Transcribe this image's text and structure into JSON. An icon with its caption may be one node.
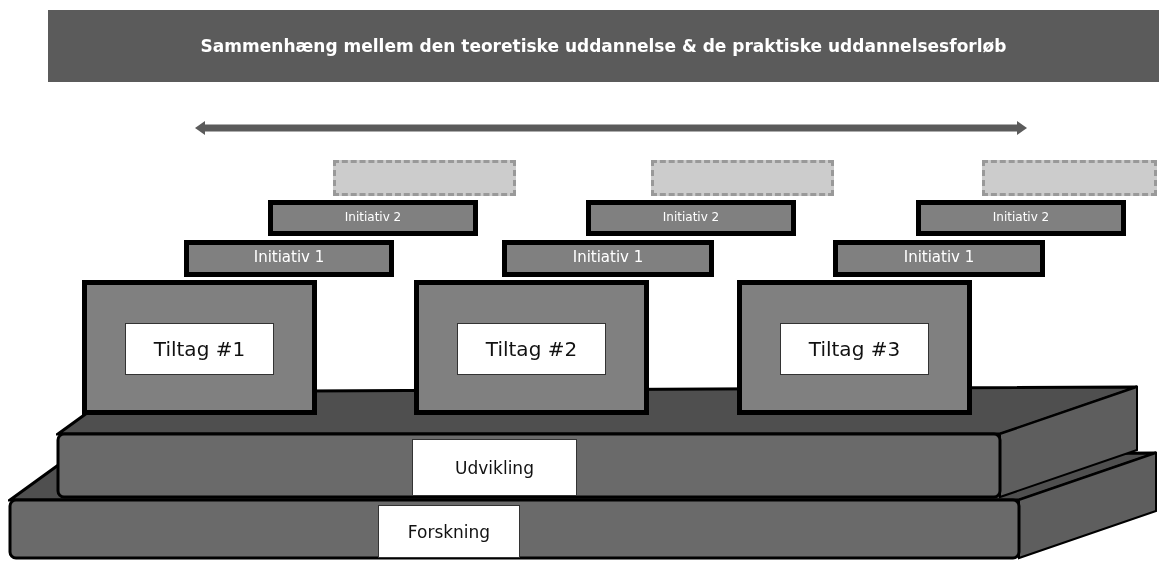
{
  "diagram": {
    "title": "Sammenhæng mellem den teoretiske uddannelse & de praktiske uddannelsesforløb",
    "nodes": [
      {
        "text": [],
        "shape": "box"
      },
      {
        "text": [],
        "shape": "box"
      },
      {
        "text": [],
        "shape": "box"
      },
      {
        "text": [
          "Initiativ 2"
        ]
      },
      {
        "text": [
          "Initiativ 2"
        ]
      },
      {
        "text": [
          "Initiativ 2"
        ]
      },
      {
        "text": [
          "Initiativ 1"
        ]
      },
      {
        "text": [
          "Initiativ 1"
        ]
      },
      {
        "text": [
          "Initiativ 1"
        ]
      },
      {
        "text": [
          "Tiltag #1"
        ]
      },
      {
        "text": [
          "Tiltag #2"
        ]
      },
      {
        "text": [
          "Tiltag #3"
        ]
      },
      {
        "text": [
          "Udvikling"
        ]
      },
      {
        "text": [
          "Forskning"
        ]
      }
    ]
  }
}
